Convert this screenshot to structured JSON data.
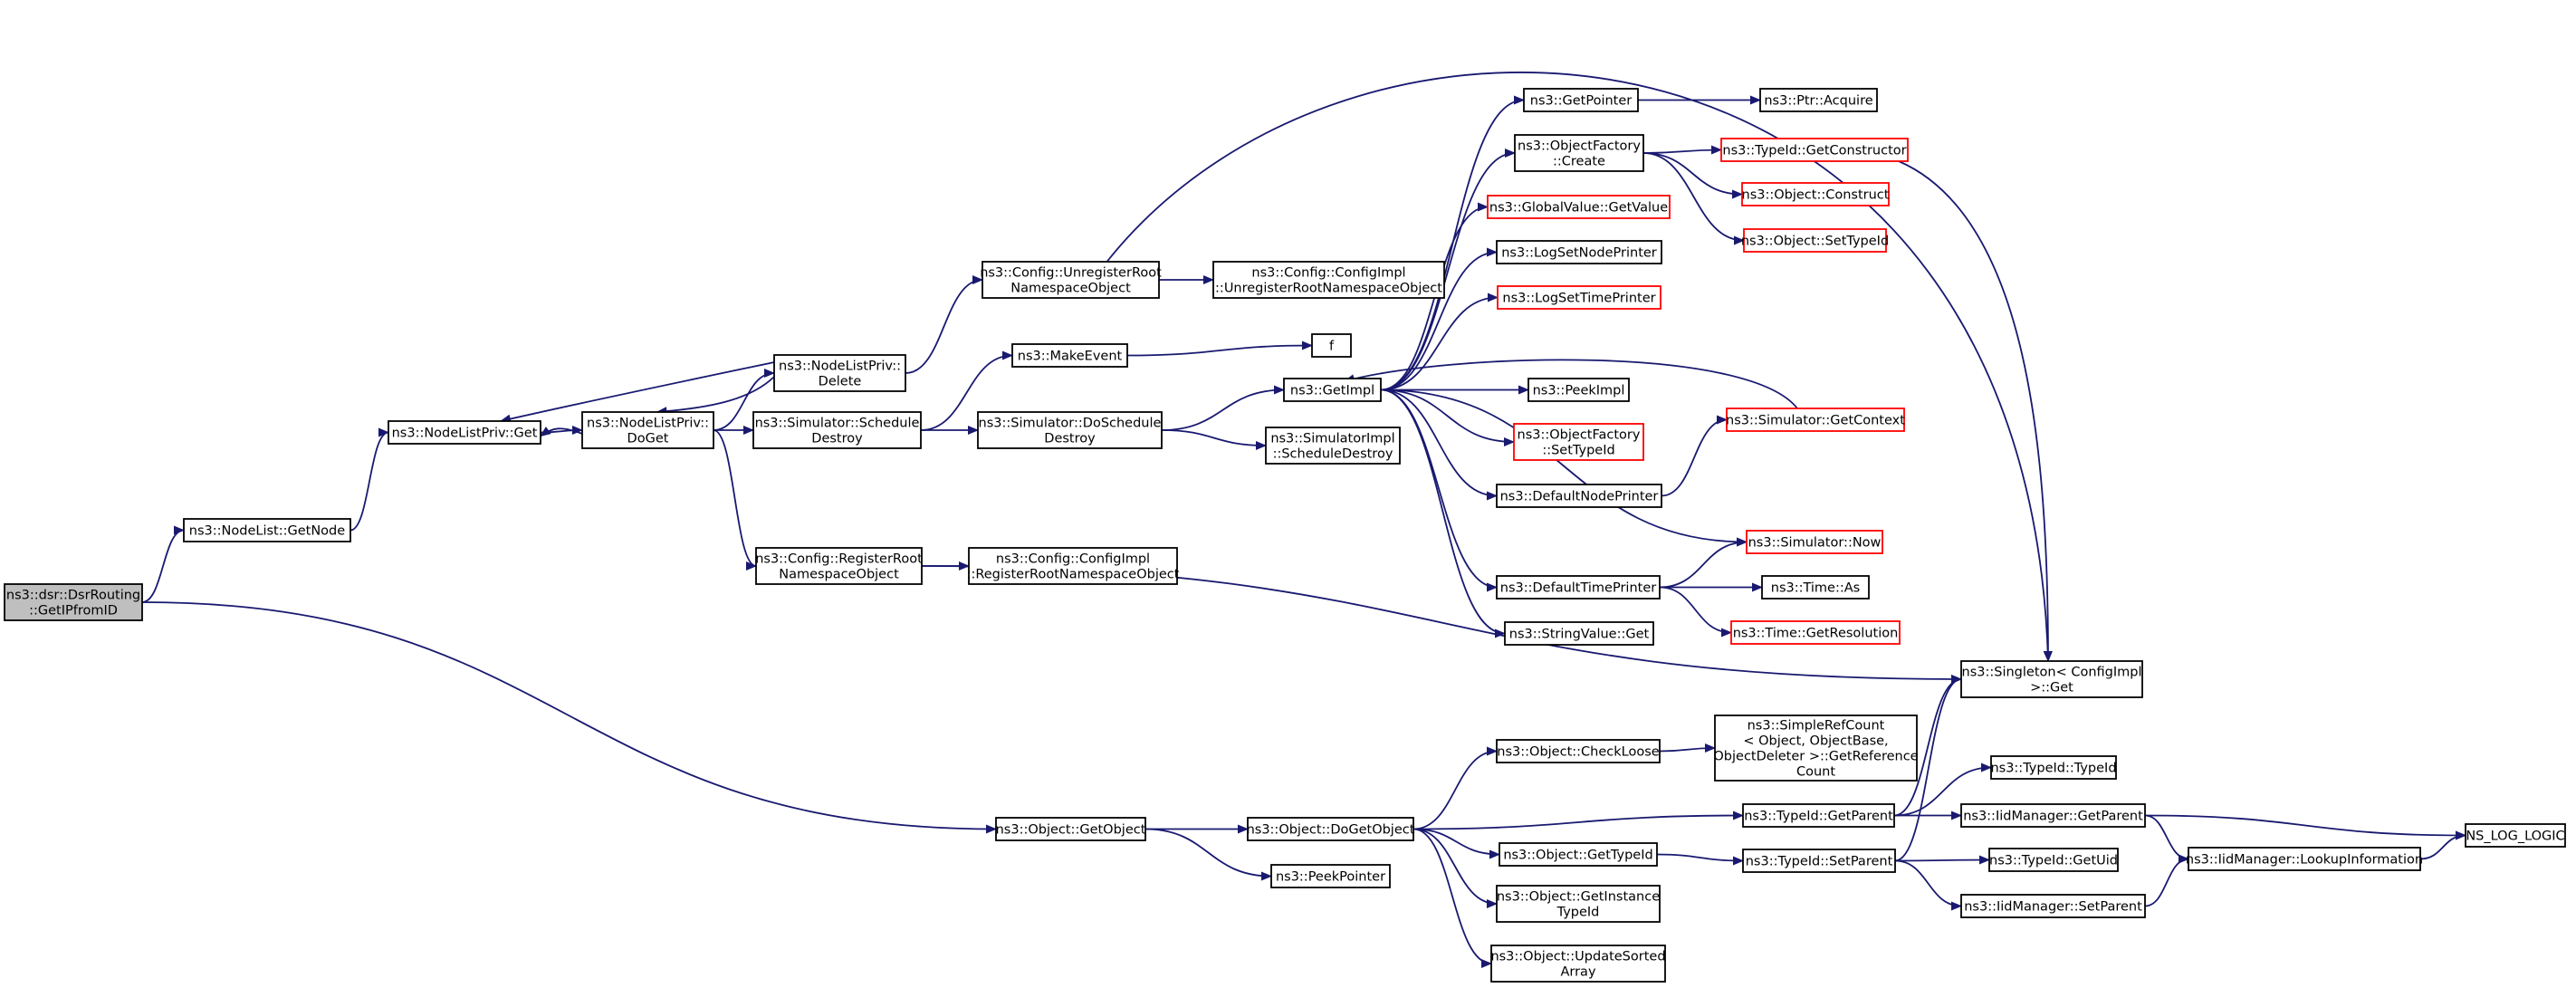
{
  "colors": {
    "edge": "#191970",
    "box_stroke": "#000000",
    "box_fill": "#ffffff",
    "truncated_stroke": "#ff0000",
    "root_fill": "#bfbfbf",
    "text": "#000000"
  },
  "nodes": [
    {
      "id": "root",
      "lines": [
        "ns3::dsr::DsrRouting",
        "::GetIPfromID"
      ],
      "style": "root"
    },
    {
      "id": "getnode",
      "lines": [
        "ns3::NodeList::GetNode"
      ],
      "style": "normal"
    },
    {
      "id": "nlpget",
      "lines": [
        "ns3::NodeListPriv::Get"
      ],
      "style": "normal"
    },
    {
      "id": "doget",
      "lines": [
        "ns3::NodeListPriv::",
        "DoGet"
      ],
      "style": "normal"
    },
    {
      "id": "delete",
      "lines": [
        "ns3::NodeListPriv::",
        "Delete"
      ],
      "style": "normal"
    },
    {
      "id": "unregroot",
      "lines": [
        "ns3::Config::UnregisterRoot",
        "NamespaceObject"
      ],
      "style": "normal"
    },
    {
      "id": "cfgunreg",
      "lines": [
        "ns3::Config::ConfigImpl",
        "::UnregisterRootNamespaceObject"
      ],
      "style": "normal"
    },
    {
      "id": "makeevent",
      "lines": [
        "ns3::MakeEvent"
      ],
      "style": "normal"
    },
    {
      "id": "f",
      "lines": [
        "f"
      ],
      "style": "normal"
    },
    {
      "id": "schedDestroy",
      "lines": [
        "ns3::Simulator::Schedule",
        "Destroy"
      ],
      "style": "normal"
    },
    {
      "id": "doSchedDestroy",
      "lines": [
        "ns3::Simulator::DoSchedule",
        "Destroy"
      ],
      "style": "normal"
    },
    {
      "id": "simImplSched",
      "lines": [
        "ns3::SimulatorImpl",
        "::ScheduleDestroy"
      ],
      "style": "normal"
    },
    {
      "id": "getimpl",
      "lines": [
        "ns3::GetImpl"
      ],
      "style": "normal"
    },
    {
      "id": "regroot",
      "lines": [
        "ns3::Config::RegisterRoot",
        "NamespaceObject"
      ],
      "style": "normal"
    },
    {
      "id": "cfgreg",
      "lines": [
        "ns3::Config::ConfigImpl",
        "::RegisterRootNamespaceObject"
      ],
      "style": "normal"
    },
    {
      "id": "getpointer",
      "lines": [
        "ns3::GetPointer"
      ],
      "style": "normal"
    },
    {
      "id": "ptracq",
      "lines": [
        "ns3::Ptr::Acquire"
      ],
      "style": "normal"
    },
    {
      "id": "ofcreate",
      "lines": [
        "ns3::ObjectFactory",
        "::Create"
      ],
      "style": "normal"
    },
    {
      "id": "tidctor",
      "lines": [
        "ns3::TypeId::GetConstructor"
      ],
      "style": "truncated"
    },
    {
      "id": "objconstruct",
      "lines": [
        "ns3::Object::Construct"
      ],
      "style": "truncated"
    },
    {
      "id": "objsettid",
      "lines": [
        "ns3::Object::SetTypeId"
      ],
      "style": "truncated"
    },
    {
      "id": "gvget",
      "lines": [
        "ns3::GlobalValue::GetValue"
      ],
      "style": "truncated"
    },
    {
      "id": "lognode",
      "lines": [
        "ns3::LogSetNodePrinter"
      ],
      "style": "normal"
    },
    {
      "id": "logtime",
      "lines": [
        "ns3::LogSetTimePrinter"
      ],
      "style": "truncated"
    },
    {
      "id": "peekimpl",
      "lines": [
        "ns3::PeekImpl"
      ],
      "style": "normal"
    },
    {
      "id": "ofsettid",
      "lines": [
        "ns3::ObjectFactory",
        "::SetTypeId"
      ],
      "style": "truncated"
    },
    {
      "id": "simctx",
      "lines": [
        "ns3::Simulator::GetContext"
      ],
      "style": "truncated"
    },
    {
      "id": "defnode",
      "lines": [
        "ns3::DefaultNodePrinter"
      ],
      "style": "normal"
    },
    {
      "id": "simnow",
      "lines": [
        "ns3::Simulator::Now"
      ],
      "style": "truncated"
    },
    {
      "id": "deftime",
      "lines": [
        "ns3::DefaultTimePrinter"
      ],
      "style": "normal"
    },
    {
      "id": "timeas",
      "lines": [
        "ns3::Time::As"
      ],
      "style": "normal"
    },
    {
      "id": "timeres",
      "lines": [
        "ns3::Time::GetResolution"
      ],
      "style": "truncated"
    },
    {
      "id": "strget",
      "lines": [
        "ns3::StringValue::Get"
      ],
      "style": "normal"
    },
    {
      "id": "singleton",
      "lines": [
        "ns3::Singleton< ConfigImpl",
        " >::Get"
      ],
      "style": "normal"
    },
    {
      "id": "getobject",
      "lines": [
        "ns3::Object::GetObject"
      ],
      "style": "normal"
    },
    {
      "id": "dogetobject",
      "lines": [
        "ns3::Object::DoGetObject"
      ],
      "style": "normal"
    },
    {
      "id": "peekptr",
      "lines": [
        "ns3::PeekPointer"
      ],
      "style": "normal"
    },
    {
      "id": "checkloose",
      "lines": [
        "ns3::Object::CheckLoose"
      ],
      "style": "normal"
    },
    {
      "id": "refcount",
      "lines": [
        "ns3::SimpleRefCount",
        "< Object, ObjectBase,",
        " ObjectDeleter >::GetReference",
        "Count"
      ],
      "style": "normal"
    },
    {
      "id": "tidgetparent",
      "lines": [
        "ns3::TypeId::GetParent"
      ],
      "style": "normal"
    },
    {
      "id": "tidtypeid",
      "lines": [
        "ns3::TypeId::TypeId"
      ],
      "style": "normal"
    },
    {
      "id": "iidgetparent",
      "lines": [
        "ns3::IidManager::GetParent"
      ],
      "style": "normal"
    },
    {
      "id": "nslog",
      "lines": [
        "NS_LOG_LOGIC"
      ],
      "style": "normal"
    },
    {
      "id": "objgettid",
      "lines": [
        "ns3::Object::GetTypeId"
      ],
      "style": "normal"
    },
    {
      "id": "tidsetparent",
      "lines": [
        "ns3::TypeId::SetParent"
      ],
      "style": "normal"
    },
    {
      "id": "lookupinfo",
      "lines": [
        "ns3::IidManager::LookupInformation"
      ],
      "style": "normal"
    },
    {
      "id": "tidgetuid",
      "lines": [
        "ns3::TypeId::GetUid"
      ],
      "style": "normal"
    },
    {
      "id": "iidsetparent",
      "lines": [
        "ns3::IidManager::SetParent"
      ],
      "style": "normal"
    },
    {
      "id": "getinsttid",
      "lines": [
        "ns3::Object::GetInstance",
        "TypeId"
      ],
      "style": "normal"
    },
    {
      "id": "updsorted",
      "lines": [
        "ns3::Object::UpdateSorted",
        "Array"
      ],
      "style": "normal"
    }
  ],
  "edges": [
    [
      "root",
      "getnode"
    ],
    [
      "root",
      "getobject"
    ],
    [
      "getnode",
      "nlpget"
    ],
    [
      "nlpget",
      "doget"
    ],
    [
      "doget",
      "nlpget"
    ],
    [
      "doget",
      "delete"
    ],
    [
      "doget",
      "schedDestroy"
    ],
    [
      "doget",
      "regroot"
    ],
    [
      "delete",
      "nlpget"
    ],
    [
      "delete",
      "doget"
    ],
    [
      "delete",
      "unregroot"
    ],
    [
      "unregroot",
      "cfgunreg"
    ],
    [
      "unregroot",
      "singleton"
    ],
    [
      "schedDestroy",
      "makeevent"
    ],
    [
      "schedDestroy",
      "doSchedDestroy"
    ],
    [
      "makeevent",
      "f"
    ],
    [
      "doSchedDestroy",
      "getimpl"
    ],
    [
      "doSchedDestroy",
      "simImplSched"
    ],
    [
      "regroot",
      "cfgreg"
    ],
    [
      "regroot",
      "singleton"
    ],
    [
      "getimpl",
      "getpointer"
    ],
    [
      "getimpl",
      "ofcreate"
    ],
    [
      "getimpl",
      "gvget"
    ],
    [
      "getimpl",
      "lognode"
    ],
    [
      "getimpl",
      "logtime"
    ],
    [
      "getimpl",
      "peekimpl"
    ],
    [
      "getimpl",
      "ofsettid"
    ],
    [
      "getimpl",
      "defnode"
    ],
    [
      "getimpl",
      "simnow"
    ],
    [
      "getimpl",
      "deftime"
    ],
    [
      "getimpl",
      "strget"
    ],
    [
      "simctx",
      "getimpl"
    ],
    [
      "getpointer",
      "ptracq"
    ],
    [
      "ofcreate",
      "tidctor"
    ],
    [
      "ofcreate",
      "objconstruct"
    ],
    [
      "ofcreate",
      "objsettid"
    ],
    [
      "tidctor",
      "singleton"
    ],
    [
      "defnode",
      "simctx"
    ],
    [
      "deftime",
      "simnow"
    ],
    [
      "deftime",
      "timeas"
    ],
    [
      "deftime",
      "timeres"
    ],
    [
      "getobject",
      "dogetobject"
    ],
    [
      "getobject",
      "peekptr"
    ],
    [
      "dogetobject",
      "checkloose"
    ],
    [
      "dogetobject",
      "tidgetparent"
    ],
    [
      "dogetobject",
      "objgettid"
    ],
    [
      "dogetobject",
      "getinsttid"
    ],
    [
      "dogetobject",
      "updsorted"
    ],
    [
      "checkloose",
      "refcount"
    ],
    [
      "tidgetparent",
      "singleton"
    ],
    [
      "tidgetparent",
      "tidtypeid"
    ],
    [
      "tidgetparent",
      "iidgetparent"
    ],
    [
      "objgettid",
      "tidsetparent"
    ],
    [
      "tidsetparent",
      "singleton"
    ],
    [
      "tidsetparent",
      "tidgetuid"
    ],
    [
      "tidsetparent",
      "iidsetparent"
    ],
    [
      "iidgetparent",
      "lookupinfo"
    ],
    [
      "iidgetparent",
      "nslog"
    ],
    [
      "iidsetparent",
      "lookupinfo"
    ],
    [
      "lookupinfo",
      "nslog"
    ]
  ]
}
